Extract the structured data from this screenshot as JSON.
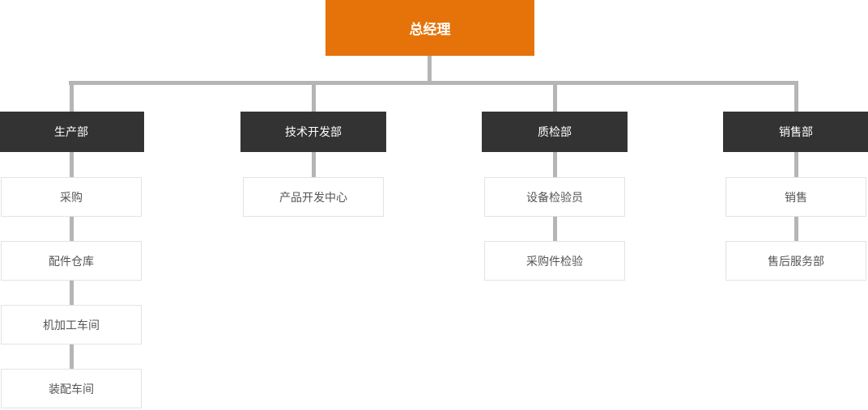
{
  "colors": {
    "page_bg": "#ffffff",
    "root_bg": "#e67309",
    "root_text": "#ffffff",
    "dept_bg": "#333333",
    "dept_text": "#ffffff",
    "child_text": "#555555",
    "node_border": "#e3e3e3",
    "connector": "#b5b5b5"
  },
  "chart": {
    "type": "org-chart",
    "root": {
      "label": "总经理"
    },
    "departments": [
      {
        "label": "生产部",
        "children": [
          {
            "label": "采购"
          },
          {
            "label": "配件仓库"
          },
          {
            "label": "机加工车间"
          },
          {
            "label": "装配车间"
          }
        ]
      },
      {
        "label": "技术开发部",
        "children": [
          {
            "label": "产品开发中心"
          }
        ]
      },
      {
        "label": "质检部",
        "children": [
          {
            "label": "设备检验员"
          },
          {
            "label": "采购件检验"
          }
        ]
      },
      {
        "label": "销售部",
        "children": [
          {
            "label": "销售"
          },
          {
            "label": "售后服务部"
          }
        ]
      }
    ]
  }
}
